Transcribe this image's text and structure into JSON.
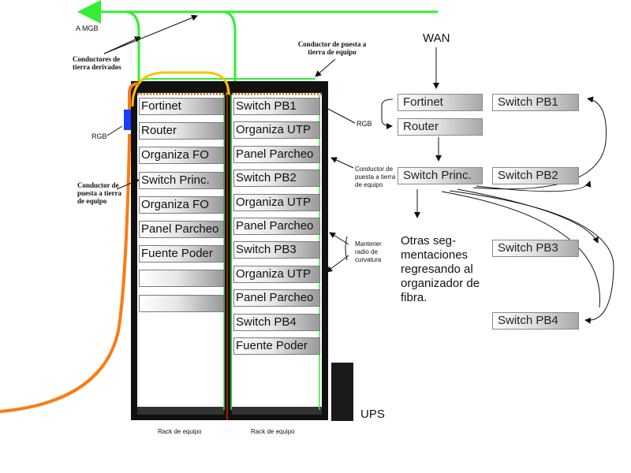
{
  "labels": {
    "amgb": "A MGB",
    "conductores_derivados": "Conductores de tierra derivados",
    "conductor_puesta_top": "Conductor de puesta a tierra de equipo",
    "rgb_left": "RGB",
    "conductor_puesta_left": "Conductor de puesta a tierra de equipo",
    "rgb_mid": "RGB",
    "conductor_puesta_mid": "Conductor de puesta a tierra de equipo",
    "mantener_radio": "Mantener radio de curvatura",
    "rack_left": "Rack de equipo",
    "rack_right": "Rack de equipo",
    "ups": "UPS"
  },
  "rack_left_units": [
    "Fortinet",
    "Router",
    "Organiza FO",
    "Switch Princ.",
    "Organiza FO",
    "Panel Parcheo",
    "Fuente Poder",
    "",
    ""
  ],
  "rack_right_units": [
    "Switch PB1",
    "Organiza UTP",
    "Panel Parcheo",
    "Switch PB2",
    "Organiza UTP",
    "Panel Parcheo",
    "Switch PB3",
    "Organiza UTP",
    "Panel Parcheo",
    "Switch PB4",
    "Fuente Poder"
  ],
  "topology": {
    "wan": "WAN",
    "fortinet": "Fortinet",
    "router": "Router",
    "switch_princ": "Switch Princ.",
    "switch_pb1": "Switch PB1",
    "switch_pb2": "Switch PB2",
    "switch_pb3": "Switch PB3",
    "switch_pb4": "Switch PB4",
    "note": "Otras seg-mentaciones regresando al organizador de fibra."
  },
  "colors": {
    "ground_green": "#33ee33",
    "fiber_orange": "#ff7a10",
    "fiber_yellow": "#f5c400",
    "rack_black": "#111111",
    "rgb_blue": "#1a3cff"
  }
}
